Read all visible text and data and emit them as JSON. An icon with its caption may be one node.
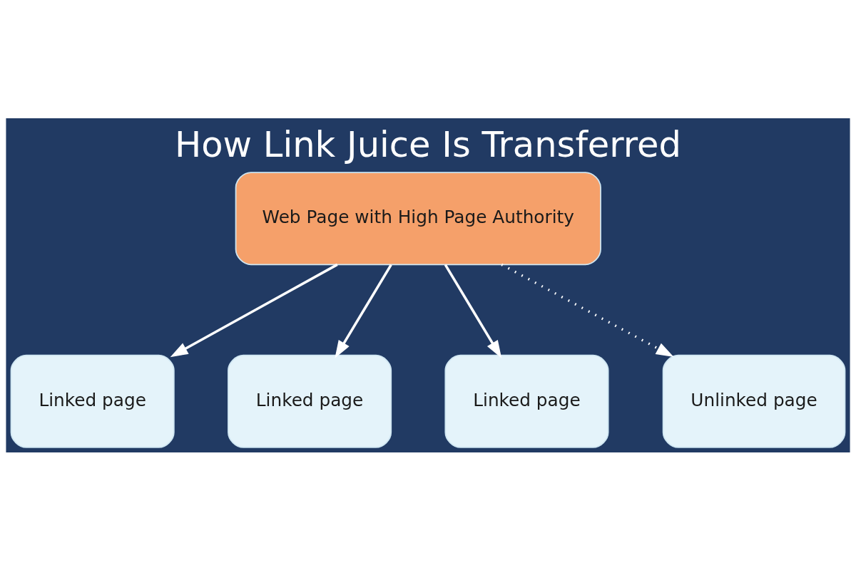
{
  "diagram": {
    "title": "How Link Juice Is Transferred",
    "nodes": [
      {
        "text": [
          "Web Page with High Page Authority"
        ]
      },
      {
        "text": [
          "Linked page"
        ]
      },
      {
        "text": [
          "Linked page"
        ]
      },
      {
        "text": [
          "Linked page"
        ]
      },
      {
        "text": [
          "Unlinked page"
        ]
      }
    ],
    "edges": [
      {
        "from": 0,
        "to": 1,
        "arrow": "to"
      },
      {
        "from": 0,
        "to": 2,
        "arrow": "to"
      },
      {
        "from": 0,
        "to": 3,
        "arrow": "to"
      },
      {
        "from": 0,
        "to": 4,
        "arrow": "to",
        "style": "dashed"
      }
    ]
  }
}
